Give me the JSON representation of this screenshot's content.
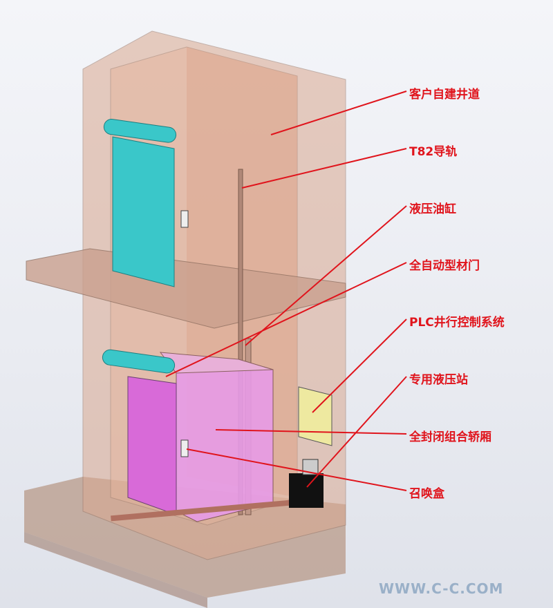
{
  "labels": [
    {
      "id": "shaft",
      "text": "客户自建井道"
    },
    {
      "id": "rail",
      "text": "T82导轨"
    },
    {
      "id": "cylinder",
      "text": "液压油缸"
    },
    {
      "id": "door",
      "text": "全自动型材门"
    },
    {
      "id": "plc",
      "text": "PLC井行控制系统"
    },
    {
      "id": "pump",
      "text": "专用液压站"
    },
    {
      "id": "cabin",
      "text": "全封闭组合轿厢"
    },
    {
      "id": "callbox",
      "text": "召唤盒"
    }
  ],
  "watermark": "WWW.C-C.COM",
  "colors": {
    "label": "#e0141c",
    "shaft": "#d9a890",
    "door": "#3ac7c9",
    "cabin": "#e08ae0"
  }
}
